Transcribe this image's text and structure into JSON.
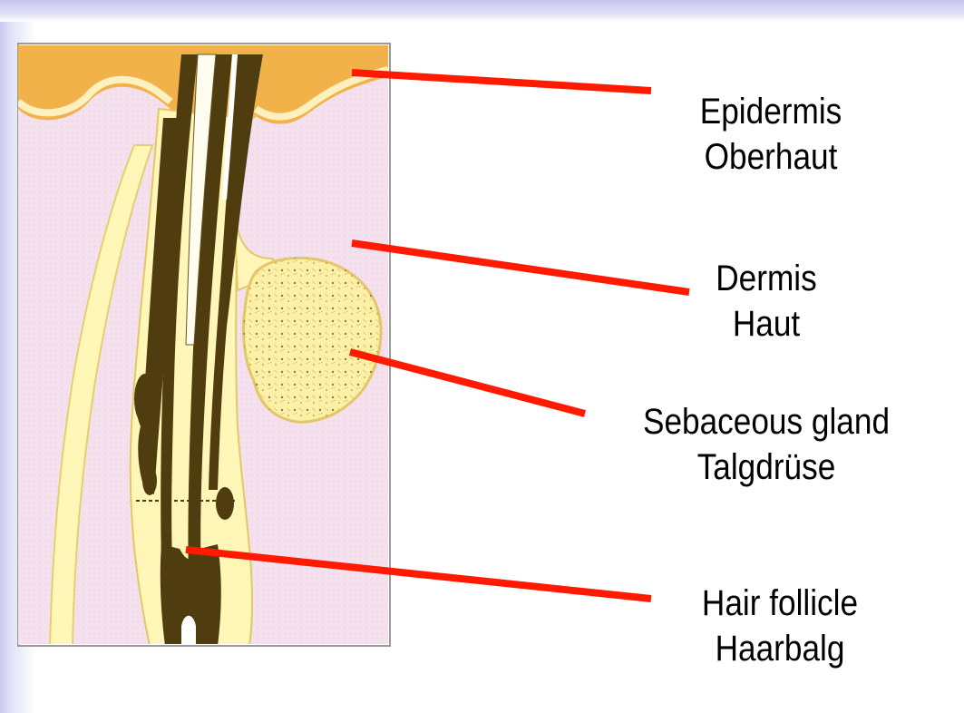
{
  "diagram": {
    "labels": [
      {
        "id": "epidermis",
        "line1": "Epidermis",
        "line2": "Oberhaut"
      },
      {
        "id": "dermis",
        "line1": "Dermis",
        "line2": "Haut"
      },
      {
        "id": "sebaceous",
        "line1": "Sebaceous gland",
        "line2": "Talgdrüse"
      },
      {
        "id": "follicle",
        "line1": "Hair follicle",
        "line2": "Haarbalg"
      }
    ],
    "colors": {
      "pointer_line": "#ff1a00",
      "dermis": "#f5e1ee",
      "epidermis": "#f2b24a",
      "follicle_sheath": "#fff6b8",
      "hair_shaft": "#4f3d10",
      "gland": "#fbf0a6"
    }
  }
}
